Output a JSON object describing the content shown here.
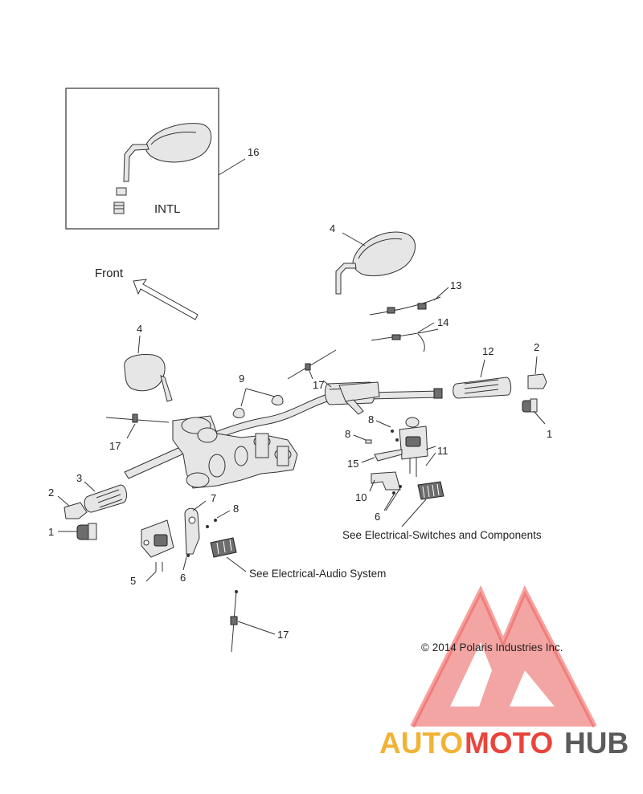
{
  "diagram": {
    "inset_label": "INTL",
    "front_label": "Front",
    "callouts": [
      "16",
      "4",
      "13",
      "14",
      "12",
      "2",
      "1",
      "4",
      "17",
      "9",
      "17",
      "8",
      "8",
      "11",
      "15",
      "10",
      "6",
      "3",
      "2",
      "1",
      "7",
      "8",
      "5",
      "6",
      "17"
    ],
    "notes": {
      "switches": "See Electrical-Switches and Components",
      "audio": "See Electrical-Audio System"
    },
    "copyright": "© 2014 Polaris Industries Inc."
  },
  "watermark": {
    "part1": "AUTO",
    "part2": "MOTO",
    "part3": "HUB",
    "colors": {
      "auto": "#f2b233",
      "moto": "#e8453c",
      "hub": "#5b5b5b",
      "triangle": "#ec4a45"
    }
  }
}
